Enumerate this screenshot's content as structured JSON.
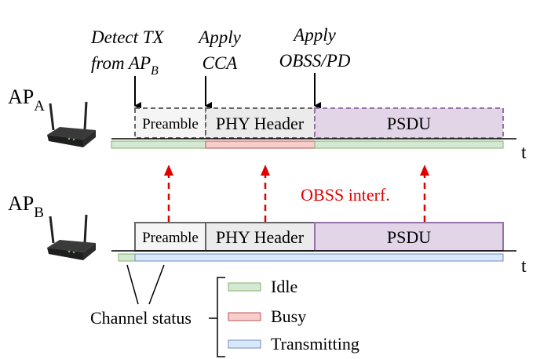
{
  "annotations": {
    "detect_line1": "Detect TX",
    "detect_line2_prefix": "from AP",
    "detect_line2_sub": "B",
    "cca_line1": "Apply",
    "cca_line2": "CCA",
    "obss_line1": "Apply",
    "obss_line2": "OBSS/PD"
  },
  "ap_a": {
    "label": "AP",
    "sub": "A"
  },
  "ap_b": {
    "label": "AP",
    "sub": "B"
  },
  "frame_a": {
    "preamble": "Preamble",
    "phy_header": "PHY Header",
    "psdu": "PSDU"
  },
  "frame_b": {
    "preamble": "Preamble",
    "phy_header": "PHY Header",
    "psdu": "PSDU"
  },
  "time_label_a": "t",
  "time_label_b": "t",
  "interference_label": "OBSS interf.",
  "channel_status_label": "Channel status",
  "legend": [
    {
      "label": "Idle",
      "fill": "#d5e8d4",
      "stroke": "#82b366"
    },
    {
      "label": "Busy",
      "fill": "#f8cecc",
      "stroke": "#b85450"
    },
    {
      "label": "Transmitting",
      "fill": "#dae8fc",
      "stroke": "#6c8ebf"
    }
  ],
  "colors": {
    "preamble_fill": "#f5f5f5",
    "phy_header_fill": "#ebebeb",
    "psdu_fill": "#e1d5e7",
    "psdu_stroke": "#9673a6",
    "interference": "#e00000"
  }
}
